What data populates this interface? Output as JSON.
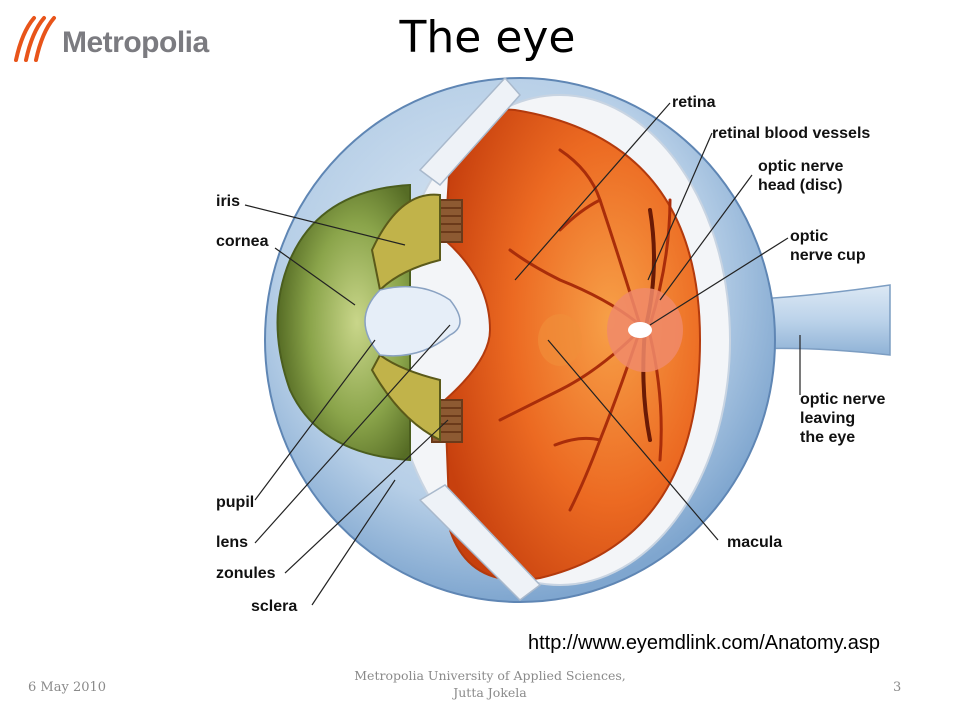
{
  "logo": {
    "text": "Metropolia"
  },
  "slide": {
    "title": "The eye"
  },
  "diagram": {
    "labels": {
      "retina": "retina",
      "retinal_blood_vessels": "retinal blood vessels",
      "optic_nerve_head": "optic nerve\nhead (disc)",
      "optic_nerve_cup": "optic\nnerve cup",
      "optic_nerve_leaving": "optic nerve\nleaving\nthe eye",
      "macula": "macula",
      "iris": "iris",
      "cornea": "cornea",
      "pupil": "pupil",
      "lens": "lens",
      "zonules": "zonules",
      "sclera": "sclera"
    }
  },
  "source": {
    "url": "http://www.eyemdlink.com/Anatomy.asp"
  },
  "footer": {
    "date": "6 May 2010",
    "organization_line1": "Metropolia University of Applied Sciences,",
    "organization_line2": "Jutta Jokela",
    "page_number": "3"
  },
  "colors": {
    "sclera_blue": "#a9c6e3",
    "retina_orange": "#e8541a",
    "cornea_green": "#7e9a3d",
    "logo_orange": "#e8541a",
    "logo_gray": "#7b7b80",
    "footer_gray": "#8a8a8a"
  }
}
